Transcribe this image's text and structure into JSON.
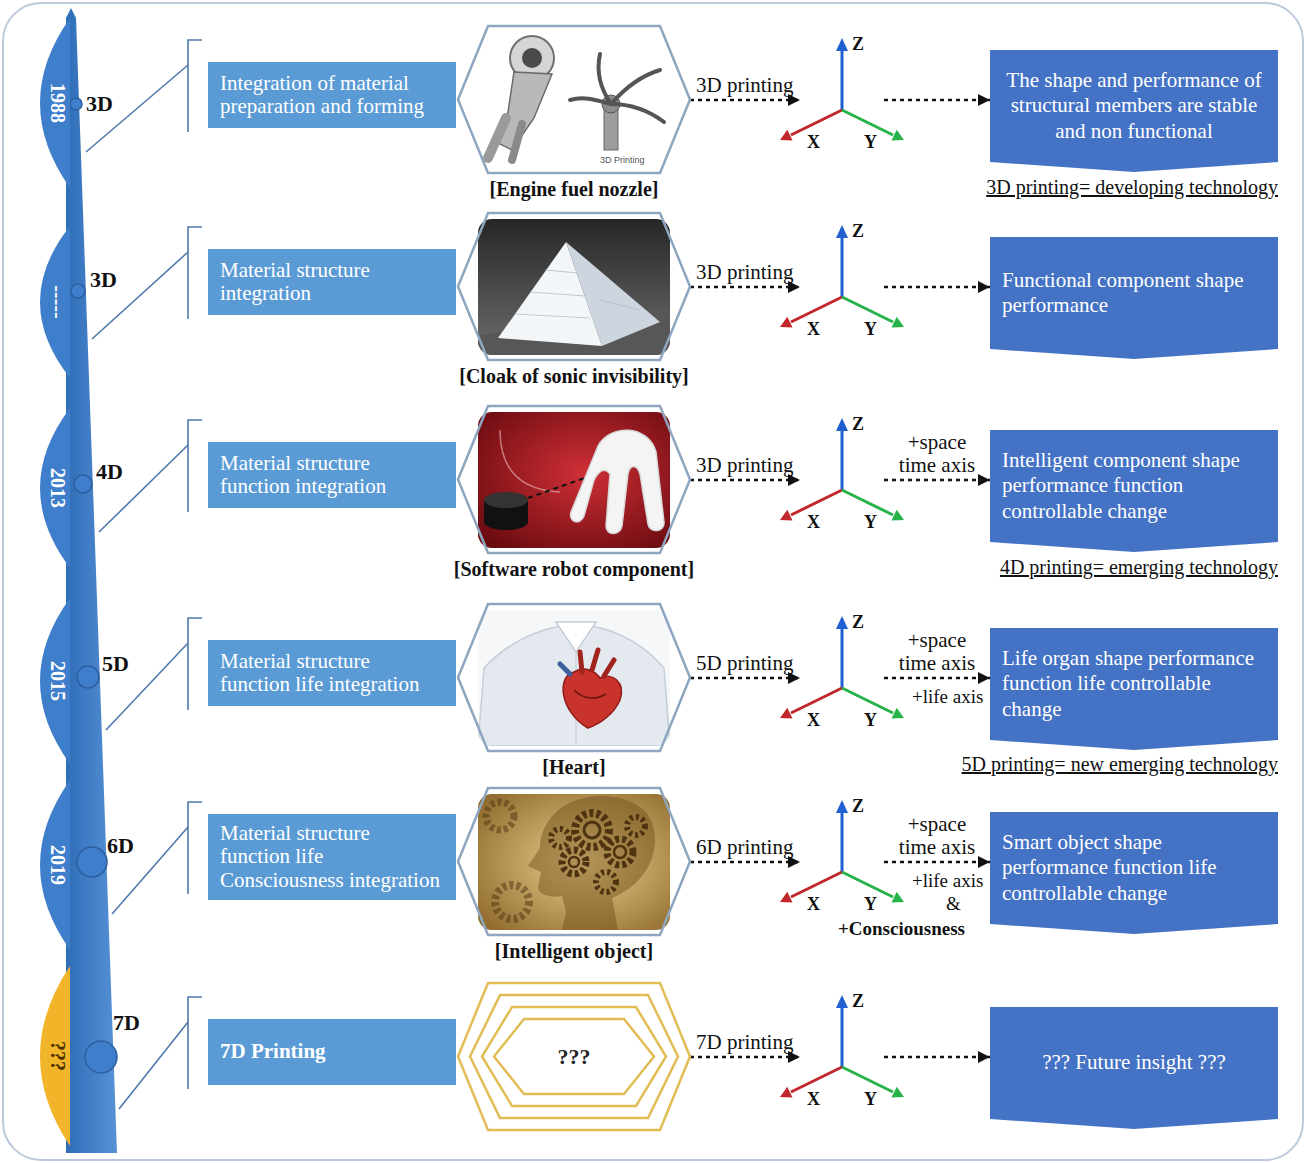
{
  "diagram": {
    "nodes": [
      {
        "text": [
          "1988"
        ]
      },
      {
        "text": [
          "Integration of material preparation and forming"
        ]
      },
      {
        "text": [
          "[Engine fuel nozzle]"
        ]
      },
      {
        "text": [
          "Z",
          "X",
          "Y"
        ]
      },
      {
        "text": [
          "The shape and performance of structural members are stable and non functional"
        ]
      },
      {
        "text": [
          "-----"
        ]
      },
      {
        "text": [
          "Material structure integration"
        ]
      },
      {
        "text": [
          "[Cloak of sonic invisibility]"
        ]
      },
      {
        "text": [
          "Z",
          "X",
          "Y"
        ]
      },
      {
        "text": [
          "Functional component shape performance"
        ]
      },
      {
        "text": [
          "2013"
        ]
      },
      {
        "text": [
          "Material structure function integration"
        ]
      },
      {
        "text": [
          "[Software robot component]"
        ]
      },
      {
        "text": [
          "Z",
          "X",
          "Y"
        ]
      },
      {
        "text": [
          "Intelligent component shape performance function controllable change"
        ]
      },
      {
        "text": [
          "2015"
        ]
      },
      {
        "text": [
          "Material structure function life integration"
        ]
      },
      {
        "text": [
          "[Heart]"
        ]
      },
      {
        "text": [
          "Z",
          "X",
          "Y"
        ]
      },
      {
        "text": [
          "Life organ shape performance function life controllable change"
        ]
      },
      {
        "text": [
          "2019"
        ]
      },
      {
        "text": [
          "Material structure function life Consciousness integration"
        ]
      },
      {
        "text": [
          "[Intelligent object]"
        ]
      },
      {
        "text": [
          "Z",
          "X",
          "Y"
        ]
      },
      {
        "text": [
          "Smart object shape performance function life controllable change"
        ]
      },
      {
        "text": [
          "???"
        ]
      },
      {
        "text": [
          "7D Printing"
        ]
      },
      {
        "text": [
          "???"
        ]
      },
      {
        "text": [
          "Z",
          "X",
          "Y"
        ]
      },
      {
        "text": [
          "??? Future insight ???"
        ]
      }
    ],
    "edges": [
      {
        "from": 2,
        "to": 3,
        "label": "3D printing",
        "arrow": "to"
      },
      {
        "from": 3,
        "to": 4,
        "arrow": "to"
      },
      {
        "from": 7,
        "to": 8,
        "label": "3D printing",
        "arrow": "to"
      },
      {
        "from": 8,
        "to": 9,
        "arrow": "to"
      },
      {
        "from": 12,
        "to": 13,
        "label": "3D printing",
        "arrow": "to"
      },
      {
        "from": 13,
        "to": 14,
        "label": "+space time axis",
        "arrow": "to"
      },
      {
        "from": 17,
        "to": 18,
        "label": "5D printing",
        "arrow": "to"
      },
      {
        "from": 18,
        "to": 19,
        "label": "+space time axis",
        "arrow": "to"
      },
      {
        "from": 22,
        "to": 23,
        "label": "6D printing",
        "arrow": "to"
      },
      {
        "from": 23,
        "to": 24,
        "label": "+space time axis",
        "arrow": "to"
      },
      {
        "from": 27,
        "to": 28,
        "label": "7D printing",
        "arrow": "to"
      },
      {
        "from": 28,
        "to": 29,
        "arrow": "to"
      }
    ],
    "labels": [
      "3D",
      "3D",
      "4D",
      "5D",
      "6D",
      "7D",
      "3D Printing",
      "3D printing= developing technology",
      "4D printing= emerging technology",
      "5D printing= new emerging technology",
      "+life axis",
      "+life axis",
      "&",
      "+Consciousness"
    ]
  }
}
